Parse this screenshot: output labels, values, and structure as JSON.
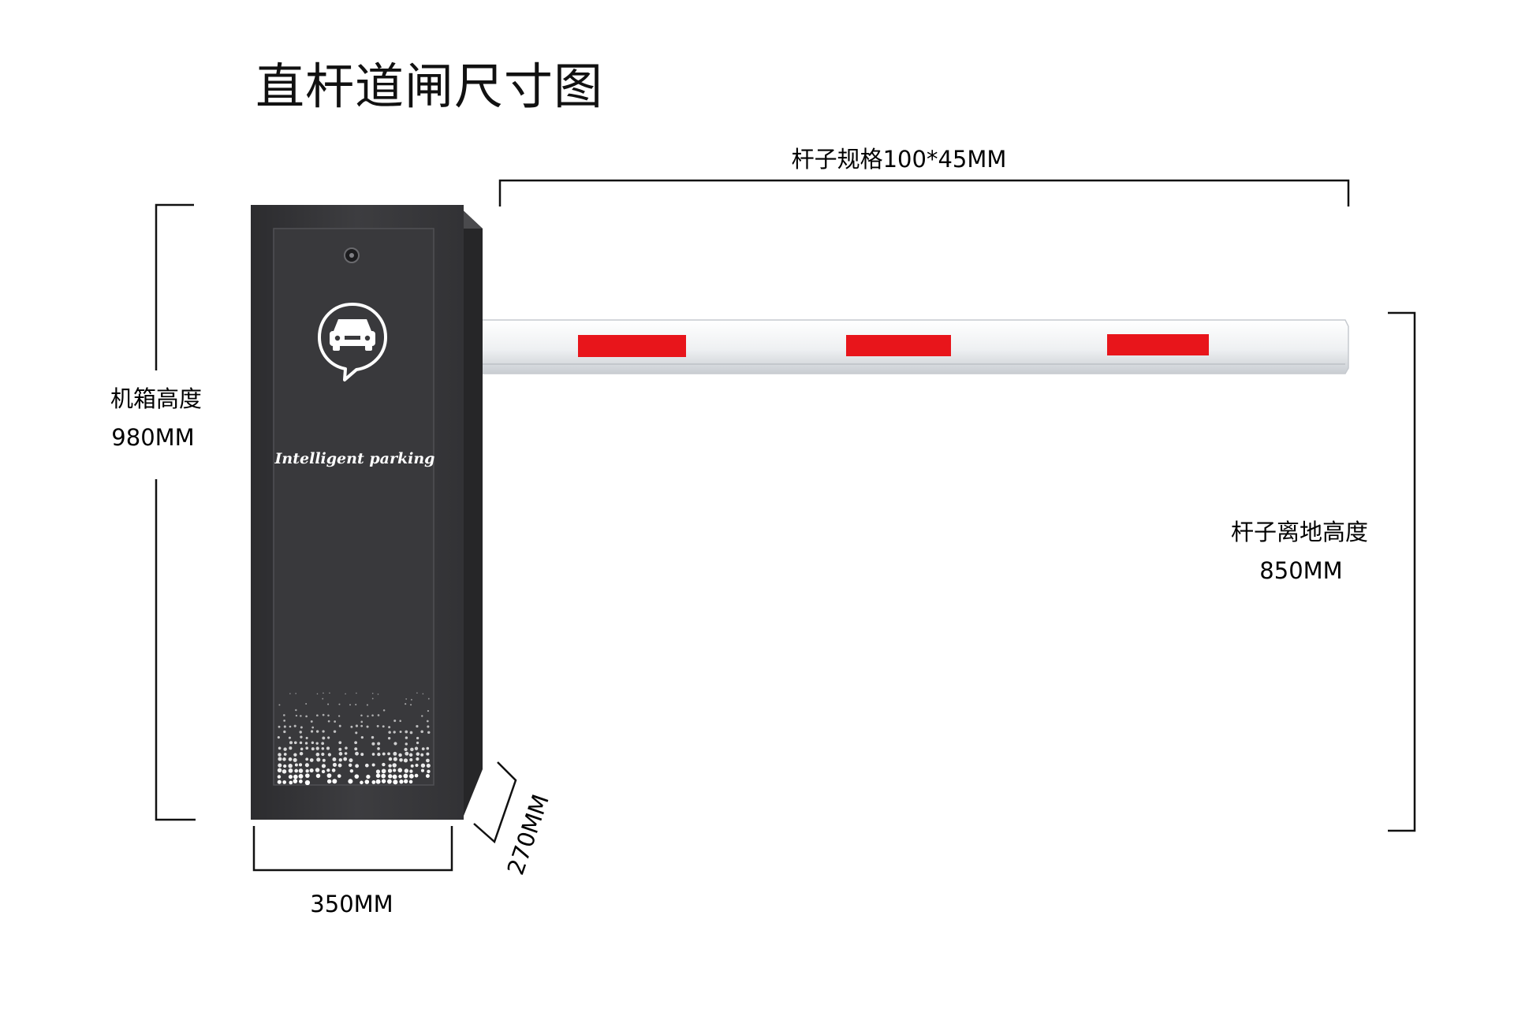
{
  "title": "直杆道闸尺寸图",
  "colors": {
    "cabinet": "#3a3a3d",
    "cabinet_panel": "#38383b",
    "cabinet_side": "#232325",
    "boom": "#f0f1f3",
    "reflector": "#e8151b",
    "line": "#111111"
  },
  "cabinet": {
    "brand_text": "Intelligent parking",
    "logo_icon": "car-speech-bubble-icon"
  },
  "dimensions": {
    "boom_spec": "杆子规格100*45MM",
    "cabinet_height_label": "机箱高度",
    "cabinet_height_value": "980MM",
    "boom_height_label": "杆子离地高度",
    "boom_height_value": "850MM",
    "cabinet_width": "350MM",
    "cabinet_depth": "270MM"
  }
}
